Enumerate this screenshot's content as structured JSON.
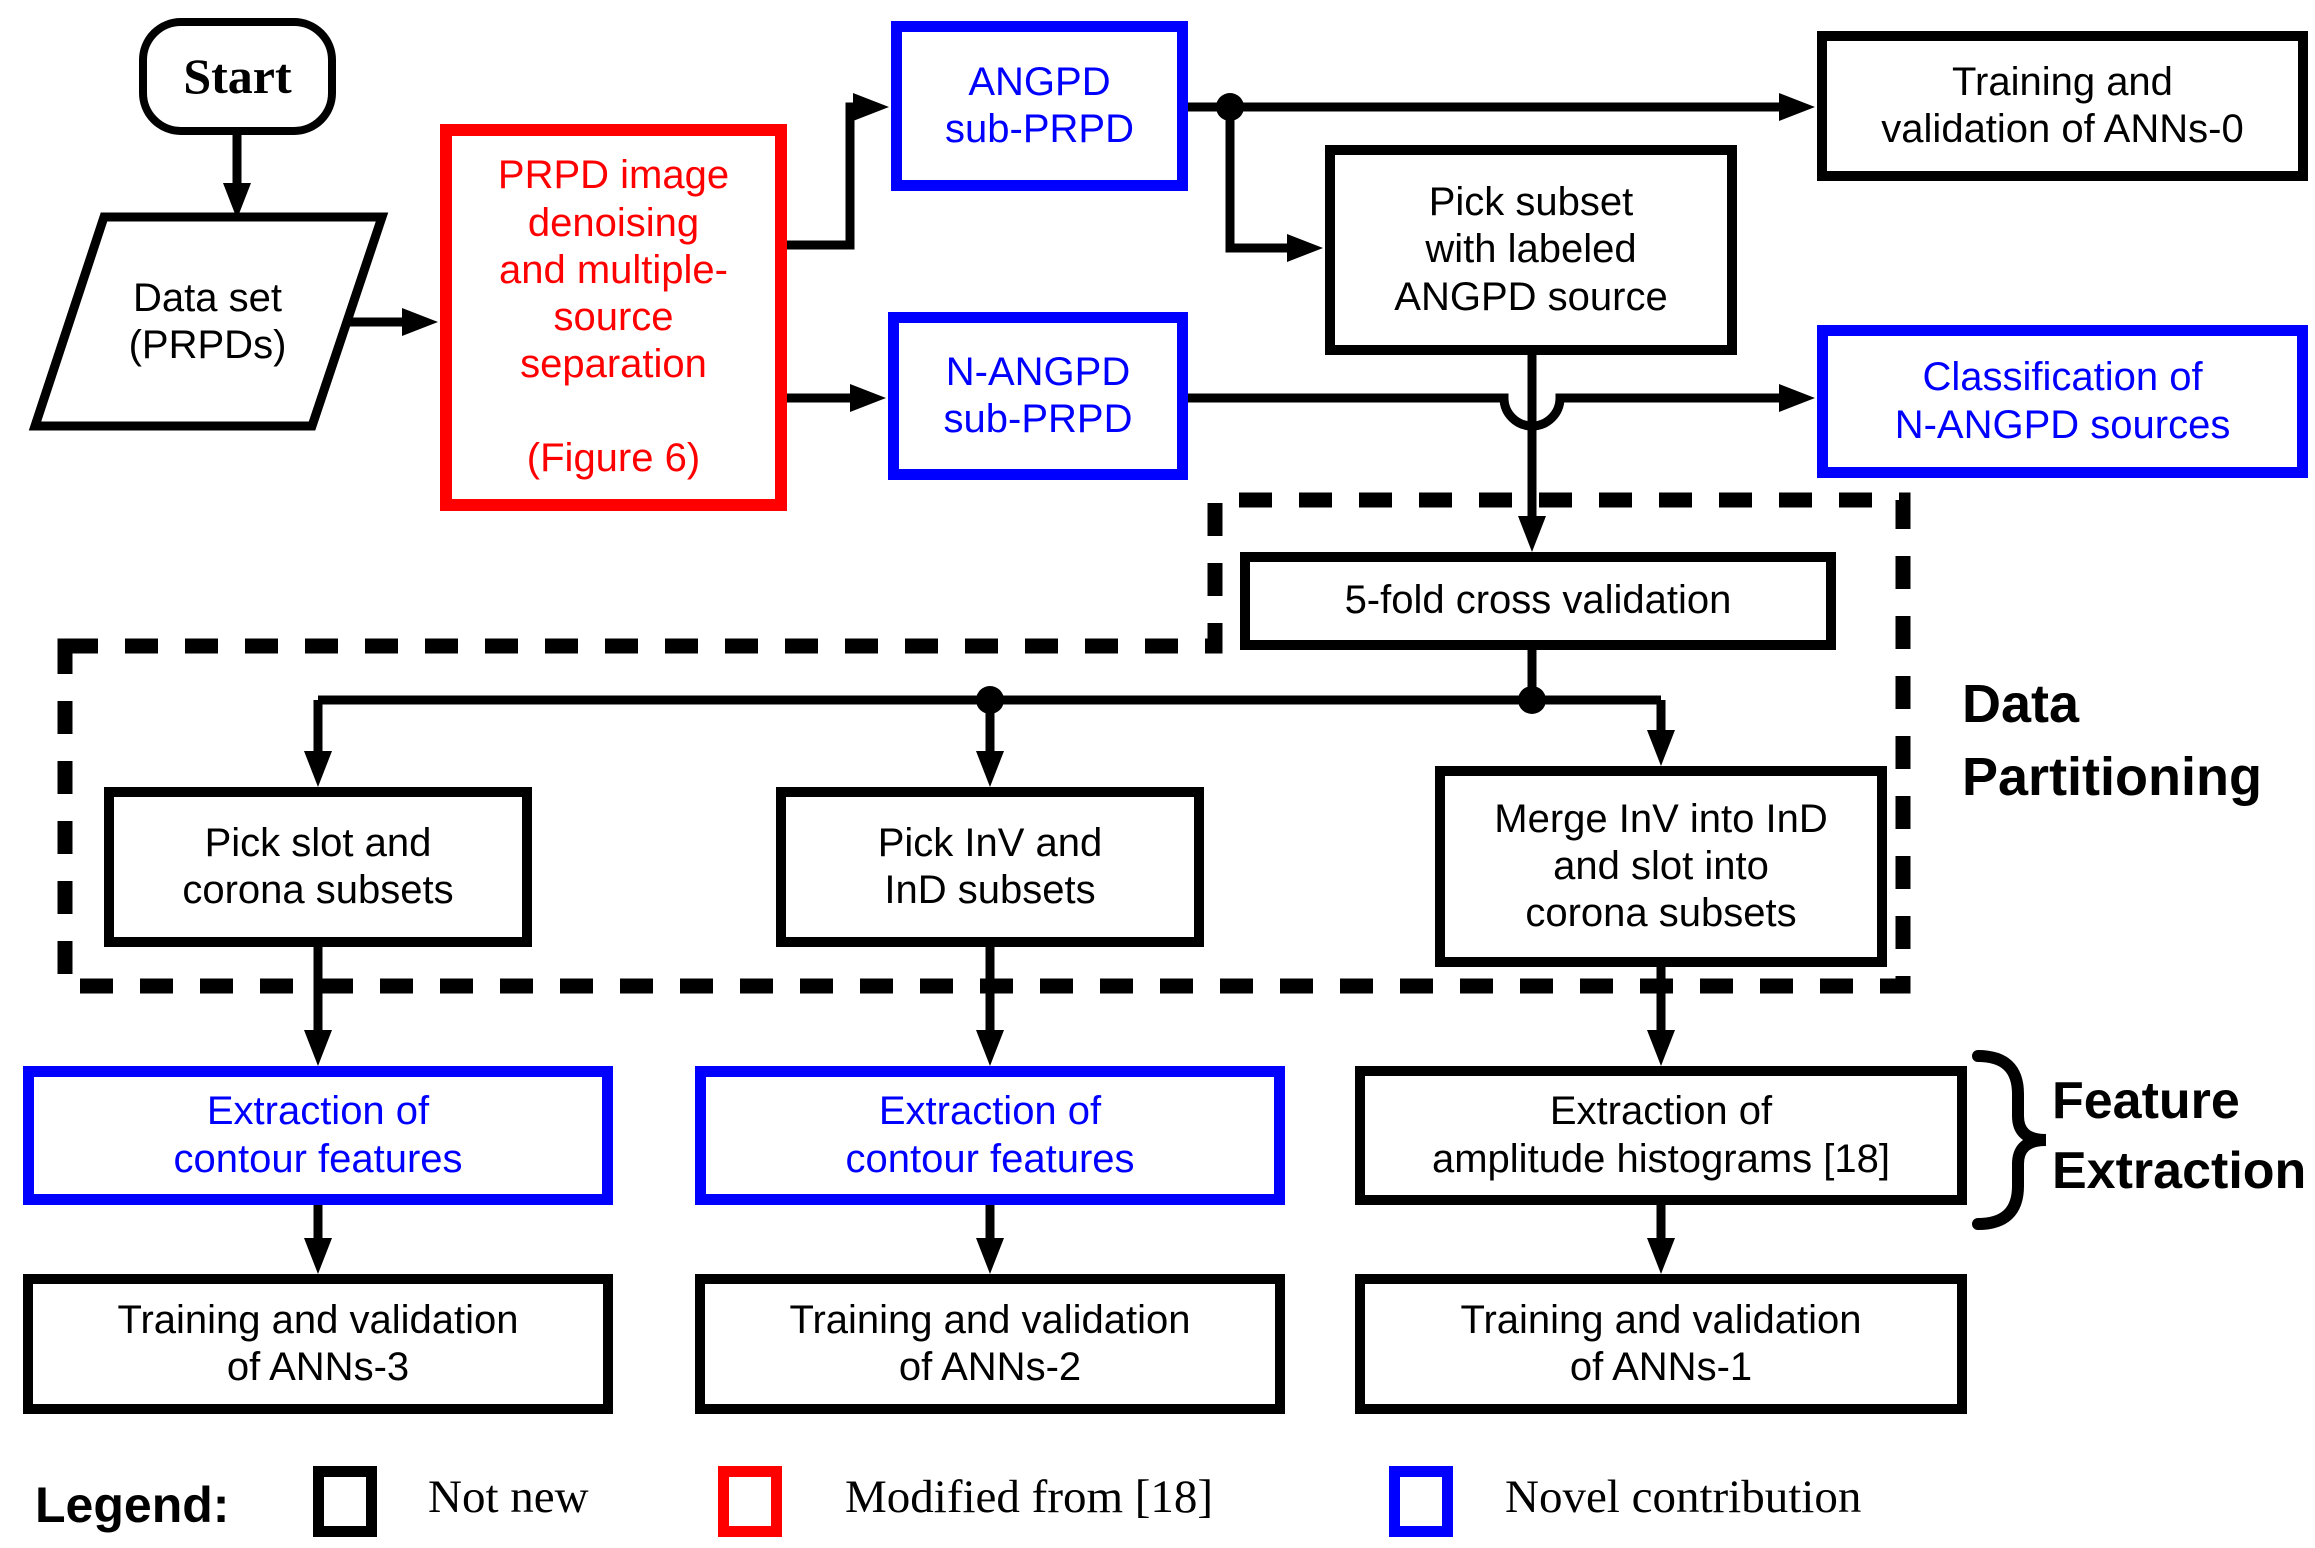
{
  "diagram": {
    "background": "#ffffff",
    "colors": {
      "not_new": "#000000",
      "modified": "#ff0000",
      "novel": "#0000ff"
    },
    "nodes": {
      "start": {
        "label": "Start",
        "type": "terminator",
        "category": "not-new"
      },
      "dataset": {
        "label": "Data set\n(PRPDs)",
        "type": "data",
        "category": "not-new"
      },
      "denoise": {
        "label": "PRPD image\ndenoising\nand multiple-\nsource\nseparation\n\n(Figure 6)",
        "type": "process",
        "category": "modified-from-18"
      },
      "angpd": {
        "label": "ANGPD\nsub-PRPD",
        "type": "process",
        "category": "novel"
      },
      "nangpd": {
        "label": "N-ANGPD\nsub-PRPD",
        "type": "process",
        "category": "novel"
      },
      "pick_subset": {
        "label": "Pick subset\nwith labeled\nANGPD source",
        "type": "process",
        "category": "not-new"
      },
      "anns0": {
        "label": "Training and\nvalidation of ANNs-0",
        "type": "process",
        "category": "not-new"
      },
      "classification": {
        "label": "Classification of\nN-ANGPD sources",
        "type": "process",
        "category": "novel"
      },
      "fivefold": {
        "label": "5-fold cross validation",
        "type": "process",
        "category": "not-new"
      },
      "pick_slot": {
        "label": "Pick slot and\ncorona subsets",
        "type": "process",
        "category": "not-new"
      },
      "pick_inv": {
        "label": "Pick InV and\nInD subsets",
        "type": "process",
        "category": "not-new"
      },
      "merge": {
        "label": "Merge InV into InD\nand slot into\ncorona subsets",
        "type": "process",
        "category": "not-new"
      },
      "ext_contour_a": {
        "label": "Extraction of\ncontour features",
        "type": "process",
        "category": "novel"
      },
      "ext_contour_b": {
        "label": "Extraction of\ncontour features",
        "type": "process",
        "category": "novel"
      },
      "ext_amplitude": {
        "label": "Extraction of\namplitude histograms [18]",
        "type": "process",
        "category": "not-new"
      },
      "anns3": {
        "label": "Training and validation\nof ANNs-3",
        "type": "process",
        "category": "not-new"
      },
      "anns2": {
        "label": "Training and validation\nof ANNs-2",
        "type": "process",
        "category": "not-new"
      },
      "anns1": {
        "label": "Training and validation\nof ANNs-1",
        "type": "process",
        "category": "not-new"
      }
    },
    "annotations": {
      "data_partitioning": "Data\nPartitioning",
      "feature_extraction": "Feature\nExtraction"
    },
    "legend": {
      "title": "Legend:",
      "items": [
        {
          "label": "Not new",
          "color": "#000000"
        },
        {
          "label": "Modified from [18]",
          "color": "#ff0000"
        },
        {
          "label": "Novel contribution",
          "color": "#0000ff"
        }
      ]
    }
  }
}
